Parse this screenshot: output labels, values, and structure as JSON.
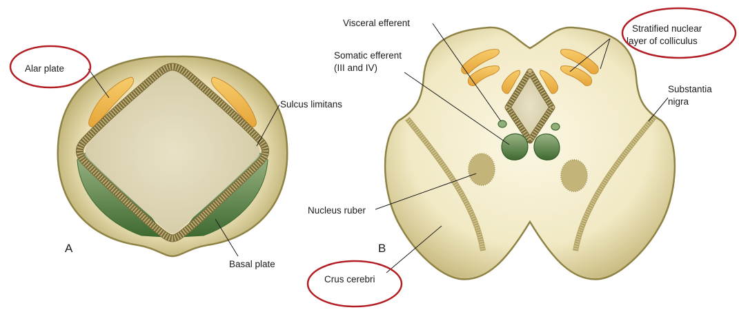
{
  "panel_a": {
    "letter": "A",
    "labels": {
      "alar_plate": "Alar plate",
      "sulcus_limitans": "Sulcus limitans",
      "basal_plate": "Basal plate"
    }
  },
  "panel_b": {
    "letter": "B",
    "labels": {
      "visceral_efferent": "Visceral efferent",
      "somatic_efferent_line1": "Somatic efferent",
      "somatic_efferent_line2": "(III and IV)",
      "stratified_line1": "Stratified nuclear",
      "stratified_line2": "layer of colliculus",
      "substantia_line1": "Substantia",
      "substantia_line2": "nigra",
      "nucleus_ruber": "Nucleus ruber",
      "crus_cerebri": "Crus cerebri"
    }
  },
  "colors": {
    "outer_fill": "#e6dcae",
    "outer_edge": "#857a40",
    "inner_fill": "#f5efd5",
    "lumen_fill": "#ddd6b6",
    "ependyma": "#8a7a48",
    "alar": "#f2b84e",
    "basal": "#4f7a3e",
    "highlight_circle": "#b21e24"
  }
}
